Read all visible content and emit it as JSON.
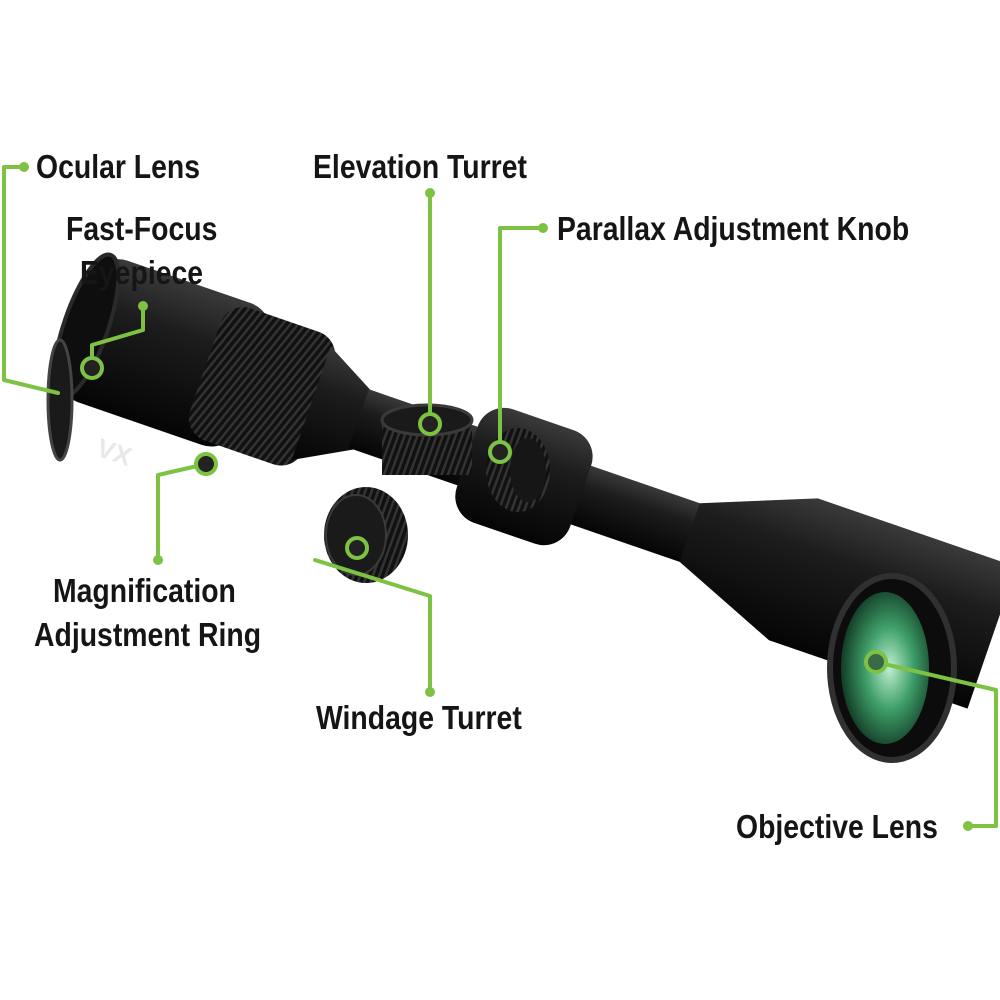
{
  "title": "",
  "accent_color": "#7dc242",
  "scope": {
    "brand_mark": "VX",
    "labels": {
      "ocular_lens": "Ocular Lens",
      "fast_focus_line1": "Fast-Focus",
      "fast_focus_line2": "Eyepiece",
      "elevation_turret": "Elevation Turret",
      "parallax_knob": "Parallax Adjustment Knob",
      "magnification_line1": "Magnification",
      "magnification_line2": "Adjustment Ring",
      "windage_turret": "Windage Turret",
      "objective_lens": "Objective Lens"
    }
  }
}
